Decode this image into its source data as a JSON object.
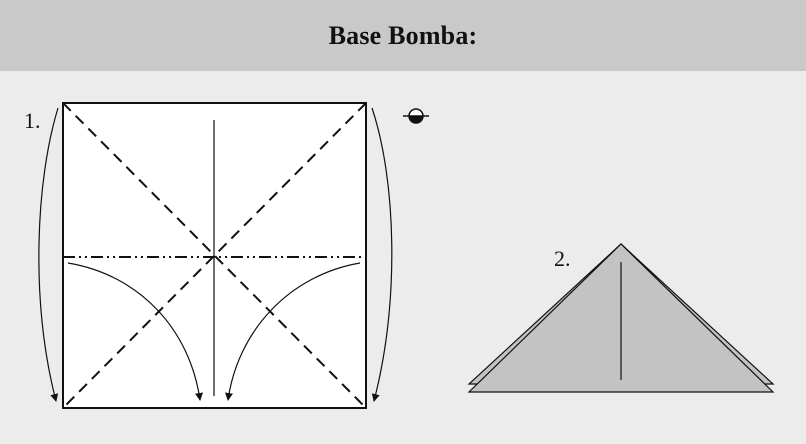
{
  "header": {
    "title": "Base Bomba:"
  },
  "steps": [
    {
      "label": "1."
    },
    {
      "label": "2."
    }
  ],
  "icons": {
    "turn_over": "turn-over-icon"
  },
  "colors": {
    "header_bg": "#c9c9c9",
    "page_bg": "#ececec",
    "paper_white": "#ffffff",
    "paper_gray": "#c0c0c0",
    "line": "#111111"
  }
}
